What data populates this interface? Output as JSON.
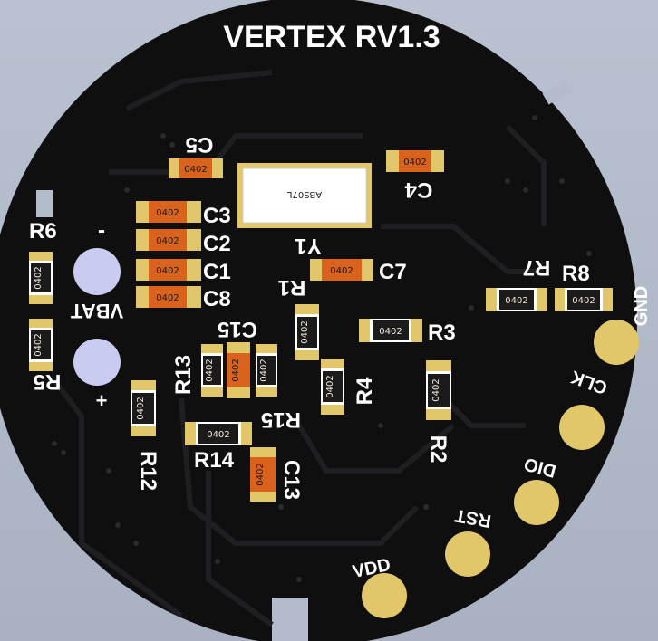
{
  "board": {
    "title": "VERTEX RV1.3",
    "colors": {
      "board": "#0f0f10",
      "trace": "#1d1d20",
      "pad": "#e2c76a",
      "cap_body": "#d9621d",
      "res_body": "#1b1b1b",
      "silk": "#ffffff"
    }
  },
  "labels": {
    "C5": "C5",
    "C4": "C4",
    "C3": "C3",
    "C2": "C2",
    "C1": "C1",
    "C8": "C8",
    "C7": "C7",
    "C15": "C15",
    "C13": "C13",
    "Y1": "Y1",
    "R1": "R1",
    "R2": "R2",
    "R3": "R3",
    "R4": "R4",
    "R5": "R5",
    "R6": "R6",
    "R7": "R7",
    "R8": "R8",
    "R12": "R12",
    "R13": "R13",
    "R14": "R14",
    "R15": "R15",
    "VBAT": "VBAT",
    "minus": "-",
    "plus": "+",
    "GND": "GND",
    "CLK": "CLK",
    "DIO": "DIO",
    "RST": "RST",
    "VDD": "VDD"
  },
  "package_label": "0402",
  "crystal_label": "ABS07L"
}
